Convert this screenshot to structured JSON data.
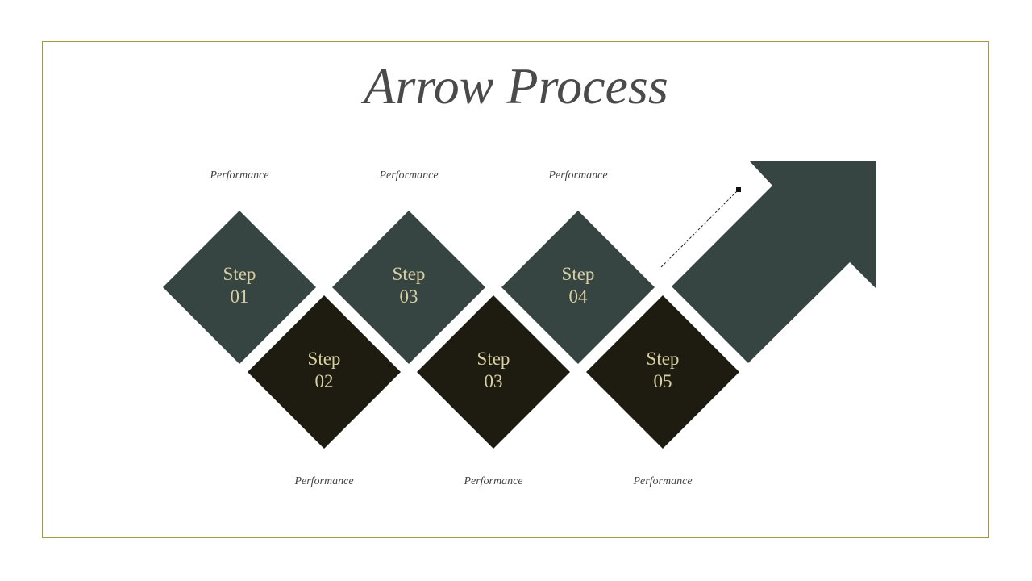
{
  "title": "Arrow Process",
  "colors": {
    "top_diamond": "#364542",
    "bottom_diamond": "#1e1c10",
    "arrow": "#364542",
    "step_text": "#d8cfa2",
    "border": "#a39a3c"
  },
  "steps": [
    {
      "word": "Step",
      "num": "01",
      "label": "Performance",
      "row": "top"
    },
    {
      "word": "Step",
      "num": "02",
      "label": "Performance",
      "row": "bottom"
    },
    {
      "word": "Step",
      "num": "03",
      "label": "Performance",
      "row": "top"
    },
    {
      "word": "Step",
      "num": "03",
      "label": "Performance",
      "row": "bottom"
    },
    {
      "word": "Step",
      "num": "04",
      "label": "Performance",
      "row": "top"
    },
    {
      "word": "Step",
      "num": "05",
      "label": "Performance",
      "row": "bottom"
    }
  ]
}
